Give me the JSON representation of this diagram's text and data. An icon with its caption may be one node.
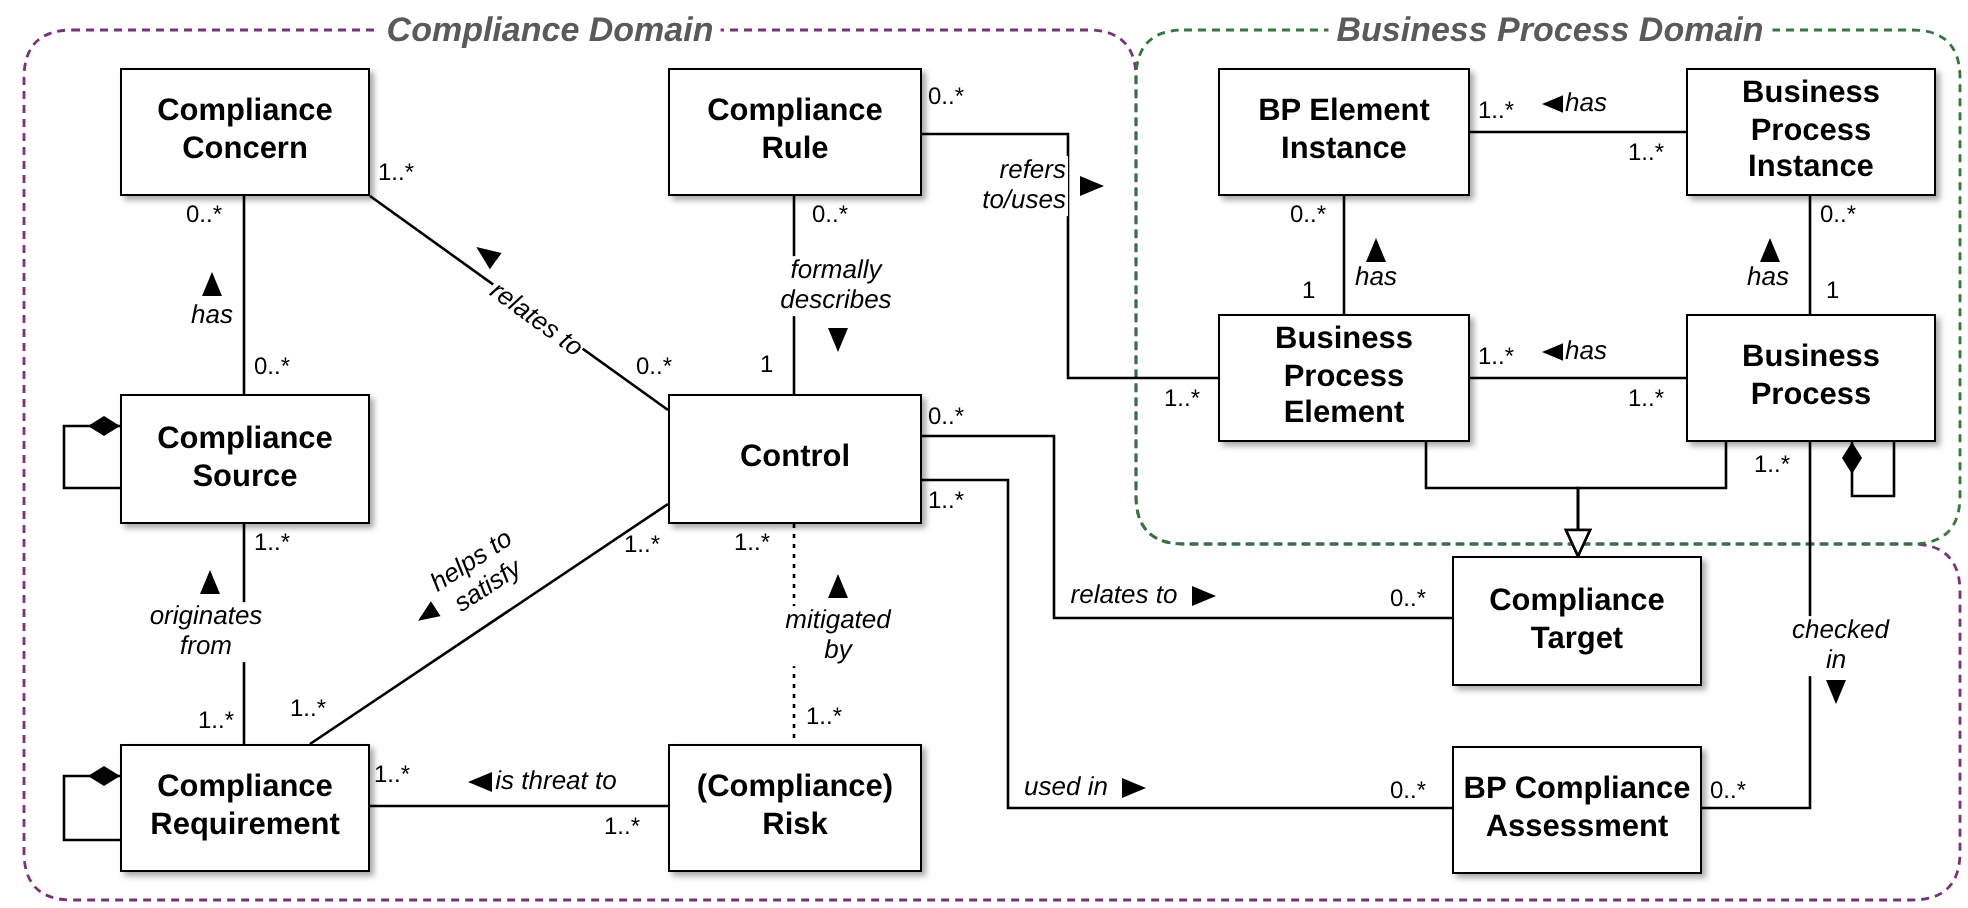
{
  "diagram": {
    "nodes": [
      {
        "text": [
          "Compliance Domain"
        ]
      },
      {
        "text": [
          "Business Process Domain"
        ]
      },
      {
        "text": [
          "Compliance Concern"
        ],
        "in": 0
      },
      {
        "text": [
          "Compliance Rule"
        ],
        "in": 0
      },
      {
        "text": [
          "BP Element Instance"
        ],
        "in": 1
      },
      {
        "text": [
          "Business Process Instance"
        ],
        "in": 1
      },
      {
        "text": [
          "Compliance Source"
        ],
        "in": 0
      },
      {
        "text": [
          "Control"
        ],
        "in": 0
      },
      {
        "text": [
          "Business Process Element"
        ],
        "in": 1
      },
      {
        "text": [
          "Business Process"
        ],
        "in": 1
      },
      {
        "text": [
          "Compliance Target"
        ],
        "in": 0
      },
      {
        "text": [
          "Compliance Requirement"
        ],
        "in": 0
      },
      {
        "text": [
          "(Compliance) Risk"
        ],
        "in": 0
      },
      {
        "text": [
          "BP Compliance Assessment"
        ],
        "in": 0
      }
    ],
    "edges": [
      {
        "from": 2,
        "to": 6,
        "arrow": "none",
        "label": "has"
      },
      {
        "from": 2,
        "to": 7,
        "arrow": "none",
        "label": "relates to"
      },
      {
        "from": 3,
        "to": 7,
        "arrow": "none",
        "label": "formally describes"
      },
      {
        "from": 3,
        "to": 8,
        "arrow": "none",
        "label": "refers to/uses"
      },
      {
        "from": 4,
        "to": 5,
        "arrow": "none",
        "label": "has"
      },
      {
        "from": 4,
        "to": 8,
        "arrow": "none",
        "label": "has"
      },
      {
        "from": 5,
        "to": 9,
        "arrow": "none",
        "label": "has"
      },
      {
        "from": 8,
        "to": 9,
        "arrow": "none",
        "label": "has"
      },
      {
        "from": 6,
        "to": 6,
        "arrow": "other"
      },
      {
        "from": 6,
        "to": 11,
        "arrow": "none",
        "label": "originates from"
      },
      {
        "from": 7,
        "to": 11,
        "arrow": "none",
        "label": "helps to satisfy"
      },
      {
        "from": 7,
        "to": 12,
        "arrow": "none",
        "label": "mitigated by",
        "style": "dashed"
      },
      {
        "from": 7,
        "to": 10,
        "arrow": "none",
        "label": "relates to"
      },
      {
        "from": 7,
        "to": 13,
        "arrow": "none",
        "label": "used in"
      },
      {
        "from": 11,
        "to": 11,
        "arrow": "other"
      },
      {
        "from": 11,
        "to": 12,
        "arrow": "none",
        "label": "is threat to"
      },
      {
        "from": 8,
        "to": 10,
        "arrow": "to"
      },
      {
        "from": 9,
        "to": 10,
        "arrow": "to"
      },
      {
        "from": 9,
        "to": 13,
        "arrow": "none",
        "label": "checked in"
      },
      {
        "from": 9,
        "to": 9,
        "arrow": "other"
      }
    ],
    "labels": [
      "0..*",
      "1..*",
      "1..*",
      "1..*",
      "0..*",
      "0..*",
      "0..*",
      "0..*",
      "1",
      "1",
      "0..*",
      "0..*",
      "1",
      "1..*",
      "0..*",
      "1..*",
      "1..*",
      "1..*",
      "1..*",
      "1..*",
      "1..*",
      "1..*",
      "0..*",
      "1..*",
      "1..*",
      "1..*",
      "1..*",
      "0..*",
      "0..*",
      "1..*"
    ]
  }
}
